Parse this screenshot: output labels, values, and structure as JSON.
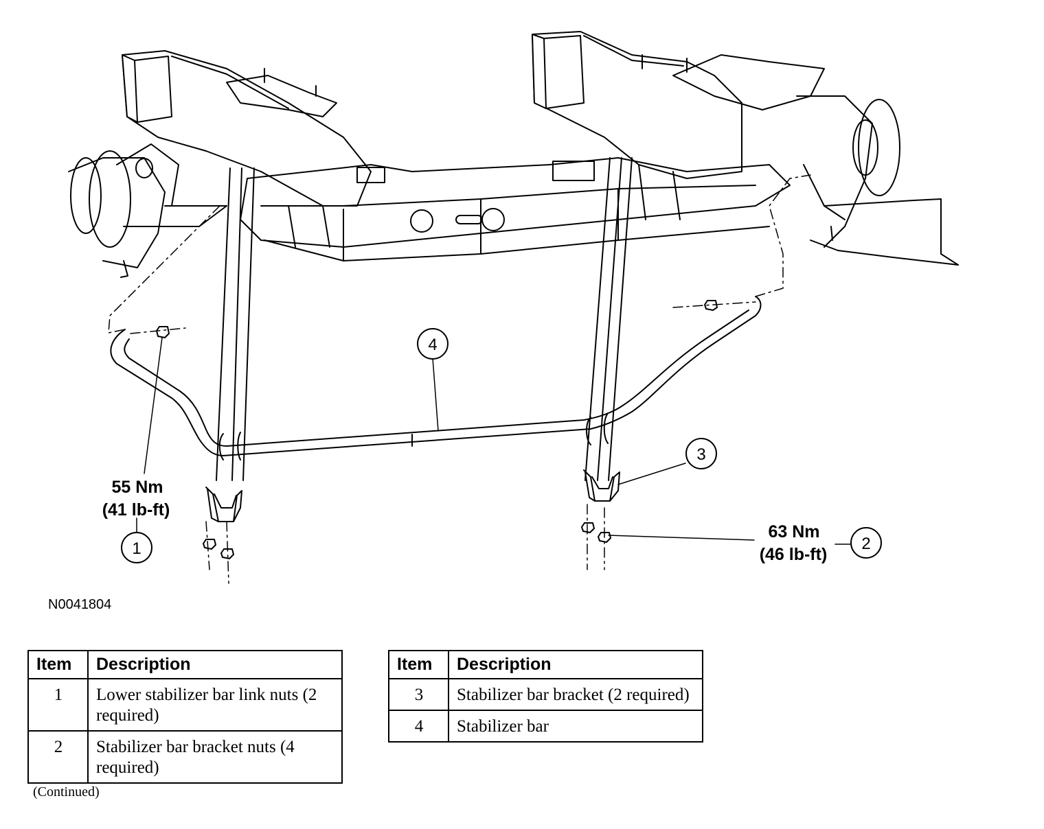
{
  "callouts": {
    "c1": "1",
    "c2": "2",
    "c3": "3",
    "c4": "4"
  },
  "torque": {
    "left_nm": "55 Nm",
    "left_lbft": "(41 lb-ft)",
    "right_nm": "63 Nm",
    "right_lbft": "(46 lb-ft)"
  },
  "figure_id": "N0041804",
  "legend_left": {
    "header_item": "Item",
    "header_desc": "Description",
    "rows": [
      {
        "item": "1",
        "desc": "Lower stabilizer bar link nuts (2 required)"
      },
      {
        "item": "2",
        "desc": "Stabilizer bar bracket nuts (4 required)"
      }
    ]
  },
  "legend_right": {
    "header_item": "Item",
    "header_desc": "Description",
    "rows": [
      {
        "item": "3",
        "desc": "Stabilizer bar bracket (2 required)"
      },
      {
        "item": "4",
        "desc": "Stabilizer bar"
      }
    ]
  },
  "continued": "(Continued)"
}
